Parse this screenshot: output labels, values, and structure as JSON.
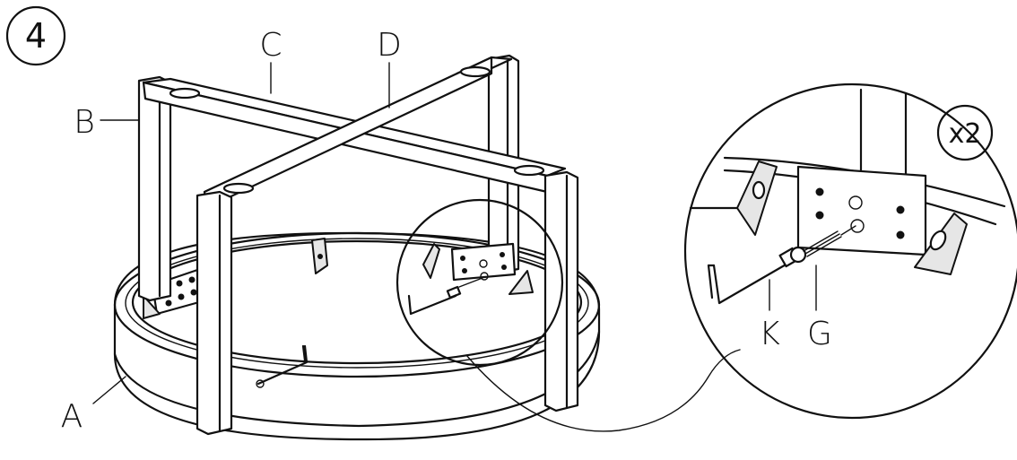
{
  "step": {
    "number": "4"
  },
  "parts": {
    "A": "A",
    "B": "B",
    "C": "C",
    "D": "D",
    "K": "K",
    "G": "G"
  },
  "detail": {
    "quantity": "x2"
  }
}
